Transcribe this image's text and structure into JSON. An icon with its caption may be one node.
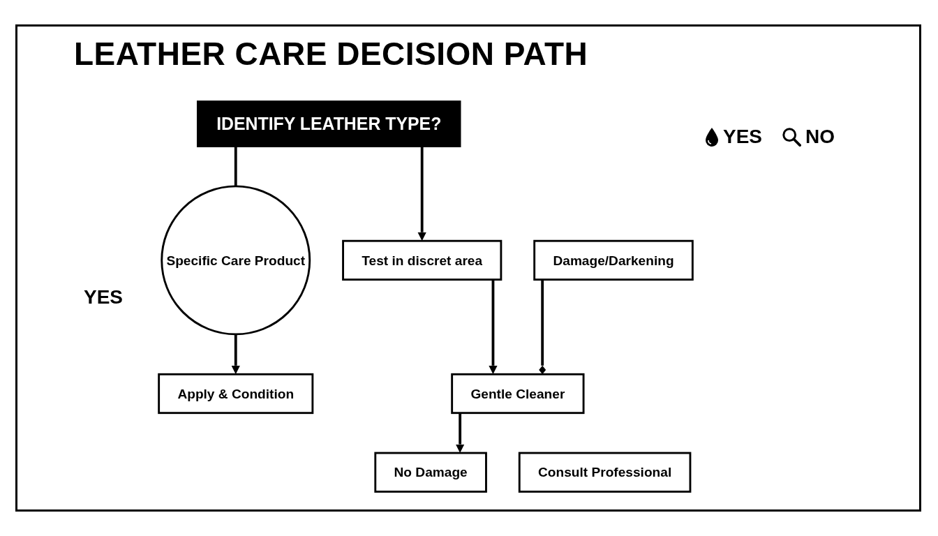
{
  "diagram": {
    "title": "LEATHER CARE DECISION PATH",
    "nodes": [
      {
        "text": [
          "IDENTIFY LEATHER TYPE?"
        ]
      },
      {
        "text": [
          "Specific Care Product"
        ]
      },
      {
        "text": [
          "Apply & Condition"
        ]
      },
      {
        "text": [
          "Test in discret area"
        ]
      },
      {
        "text": [
          "Gentle Cleaner"
        ]
      },
      {
        "text": [
          "No Damage"
        ]
      },
      {
        "text": [
          "Damage/Darkening"
        ]
      },
      {
        "text": [
          "Consult Professional"
        ]
      }
    ],
    "edges": [
      {
        "from": 0,
        "to": 1,
        "arrow": "none"
      },
      {
        "from": 0,
        "to": 3,
        "arrow": "to"
      },
      {
        "from": 1,
        "to": 2,
        "arrow": "to"
      },
      {
        "from": 3,
        "to": 4,
        "arrow": "to"
      },
      {
        "from": 4,
        "to": 5,
        "arrow": "to"
      },
      {
        "from": 6,
        "to": 4,
        "arrow": "other"
      }
    ],
    "labels": [
      "YES"
    ],
    "legend": [
      {
        "text": "YES"
      },
      {
        "text": "NO"
      }
    ]
  }
}
